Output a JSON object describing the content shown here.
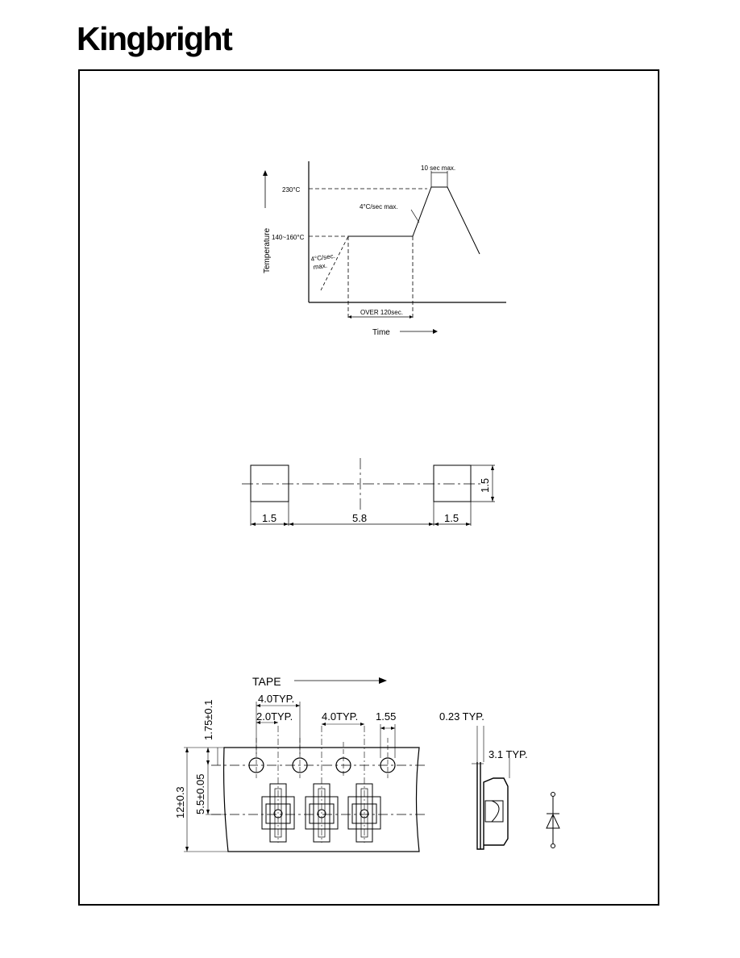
{
  "header": {
    "brand": "Kingbright"
  },
  "reflow_profile": {
    "y_axis_label": "Temperature",
    "x_axis_label": "Time",
    "peak_temp": "230°C",
    "preheat_temp": "140~160°C",
    "peak_duration": "10 sec max.",
    "ramp_up_rate": "4°C/sec max.",
    "initial_ramp_line1": "4°C/sec.",
    "initial_ramp_line2": "max.",
    "preheat_duration": "OVER 120sec."
  },
  "pad_layout": {
    "pad_width_left": "1.5",
    "pad_spacing": "5.8",
    "pad_width_right": "1.5",
    "pad_height": "1.5"
  },
  "tape": {
    "direction_label": "TAPE",
    "pitch_4_top": "4.0TYP.",
    "pitch_2": "2.0TYP.",
    "pitch_4": "4.0TYP.",
    "hole_dia": "1.55",
    "edge_offset": "1.75±0.1",
    "width": "12±0.3",
    "center_offset": "5.5±0.05",
    "thickness": "0.23  TYP.",
    "depth": "3.1  TYP."
  }
}
